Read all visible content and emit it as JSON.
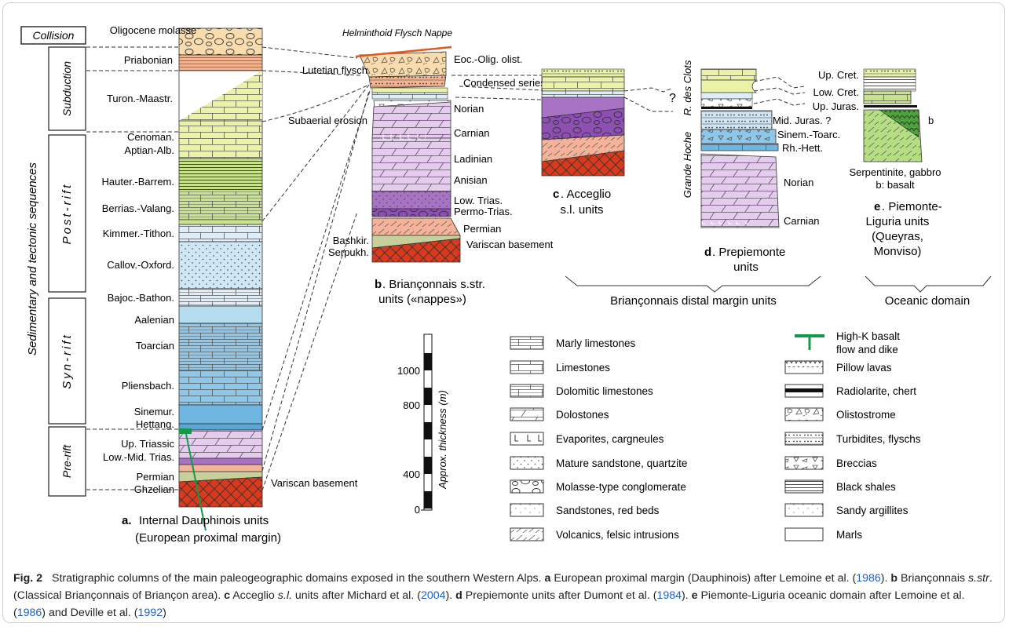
{
  "sequences": {
    "collision": "Collision",
    "subduction": "Subduction",
    "postrift": "Post-rift",
    "synrift": "Syn-rift",
    "prerift": "Pre-rift",
    "vertical_title": "Sedimentary and tectonic sequences"
  },
  "col_a": {
    "units": [
      "Oligocene molasse",
      "Priabonian",
      "Turon.-Maastr.",
      "Cenoman.",
      "Aptian-Alb.",
      "Hauter.-Barrem.",
      "Berrias.-Valang.",
      "Kimmer.-Tithon.",
      "Callov.-Oxford.",
      "Bajoc.-Bathon.",
      "Aalenian",
      "Toarcian",
      "Pliensbach.",
      "Sinemur.",
      "Hettang.",
      "Up. Triassic",
      "Low.-Mid. Trias.",
      "Permian",
      "Ghzelian",
      "Variscan basement"
    ],
    "letter": "a.",
    "title": "Internal Dauphinois units",
    "subtitle": "(European proximal margin)"
  },
  "col_b": {
    "nappe": "Helminthoid Flysch Nappe",
    "units": [
      "Eoc.-Olig. olist.",
      "Lutetian flysch",
      "Condensed series",
      "Subaerial erosion",
      "Norian",
      "Carnian",
      "Ladinian",
      "Anisian",
      "Low. Trias.",
      "Permo-Trias.",
      "Permian",
      "Variscan basement",
      "Bashkir.",
      "Serpukh."
    ],
    "letter": "b",
    "title": ". Briançonnais s.str.",
    "subtitle": "units («nappes»)"
  },
  "col_c": {
    "letter": "c",
    "title": ". Acceglio",
    "subtitle": "s.l. units"
  },
  "col_d": {
    "side_labels": [
      "R. des Clots",
      "Grande Hoche"
    ],
    "question": "?",
    "units": [
      "Mid. Juras. ?",
      "Sinem.-Toarc.",
      "Rh.-Hett.",
      "Norian",
      "Carnian"
    ],
    "letter": "d",
    "title": ". Prepiemonte",
    "subtitle": "units"
  },
  "col_e": {
    "units": [
      "Up. Cret.",
      "Low. Cret.",
      "Up. Juras.",
      "b",
      "Serpentinite, gabbro",
      "b: basalt"
    ],
    "letter": "e",
    "title": ". Piemonte-",
    "subtitle": "Liguria units",
    "subtitle2": "(Queyras,",
    "subtitle3": "Monviso)"
  },
  "groups": {
    "distal": "Briançonnais distal margin units",
    "oceanic": "Oceanic domain"
  },
  "scale": {
    "label": "Approx. thickness (m)",
    "ticks": [
      "1000",
      "800",
      "400",
      "0"
    ]
  },
  "legend": {
    "left": [
      "Marly limestones",
      "Limestones",
      "Dolomitic limestones",
      "Dolostones",
      "Evaporites, cargneules",
      "Mature sandstone, quartzite",
      "Molasse-type conglomerate",
      "Sandstones, red beds",
      "Volcanics, felsic intrusions"
    ],
    "right": [
      "High-K basalt",
      "flow and dike",
      "Pillow lavas",
      "Radiolarite, chert",
      "Olistostrome",
      "Turbidites, flyschs",
      "Breccias",
      "Black shales",
      "Sandy argillites",
      "Marls"
    ]
  },
  "caption": {
    "fig": "Fig. 2",
    "t1": "Stratigraphic columns of the main paleogeographic domains exposed in the southern Western Alps.",
    "a": "a",
    "t2": "European proximal margin (Dauphinois) after Lemoine et al. (",
    "r1": "1986",
    "t3": ").",
    "b": "b",
    "t4": "Briançonnais",
    "t4i": "s.str",
    "t5": ". (Classical Briançonnais of Briançon area).",
    "c": "c",
    "t6": "Acceglio",
    "t6i": "s.l.",
    "t7": "units after Michard et al. (",
    "r2": "2004",
    "t8": ").",
    "d": "d",
    "t9": "Prepiemonte units after Dumont et al. (",
    "r3": "1984",
    "t10": ").",
    "e": "e",
    "t11": "Piemonte-Liguria oceanic domain after Lemoine et al. (",
    "r4": "1986",
    "t12": ") and Deville et al. (",
    "r5": "1992",
    "t13": ")"
  },
  "colors": {
    "molasse": "#f8dcae",
    "priabonian": "#f3b48f",
    "yellow_green": "#e9f2a7",
    "green": "#c8e28e",
    "pale_blue": "#deedf7",
    "dotted_blue": "#cfe6f4",
    "mid_blue": "#9ed0eb",
    "blue": "#6fb6e0",
    "pink": "#e5ccee",
    "purple": "#a873c4",
    "salmon": "#f4b298",
    "red": "#d9391c",
    "olive": "#c7cf9a",
    "orange_line": "#e2581f",
    "dyke_green": "#139949"
  }
}
